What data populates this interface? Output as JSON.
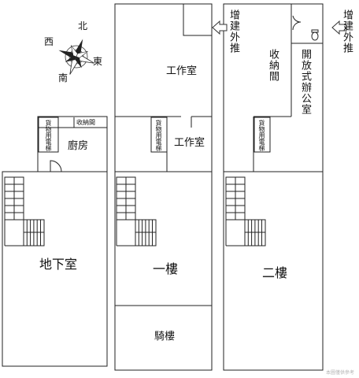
{
  "compass": {
    "north": "北",
    "west": "西",
    "east": "東",
    "south": "南"
  },
  "basement": {
    "main": "地下室",
    "kitchen": "廚房",
    "storage": "收納間",
    "lift": "貨物用電梯"
  },
  "first_floor": {
    "main": "一樓",
    "arcade": "騎樓",
    "workroom_top": "工作室",
    "workroom_mid": "工作室",
    "lift": "貨物用電梯",
    "extension_note": "增建外推"
  },
  "second_floor": {
    "main": "二樓",
    "storage": "收納間",
    "open_office": "開放式辦公室",
    "lift": "貨物用電梯",
    "extension_note": "增建外推"
  },
  "watermark": "本圖僅供參考"
}
